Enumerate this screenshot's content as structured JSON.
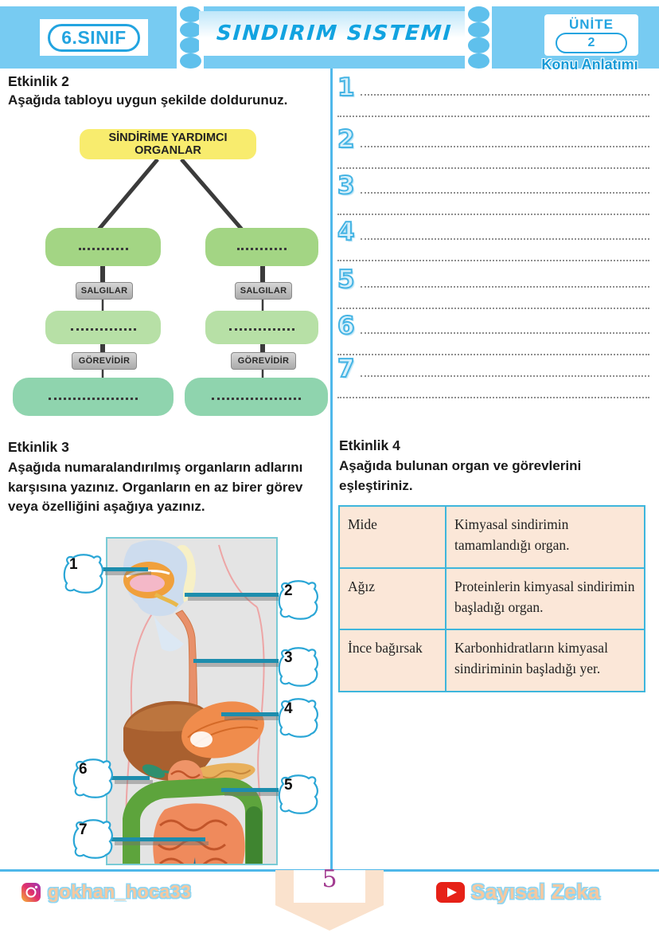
{
  "header": {
    "grade_badge": "6.SINIF",
    "title": "SINDIRIM SISTEMI",
    "unit": {
      "label": "ÜNİTE",
      "number": "2",
      "subtitle": "Konu Anlatımı"
    }
  },
  "etkinlik2": {
    "heading": "Etkinlik 2",
    "instruction": "Aşağıda tabloyu uygun şekilde doldurunuz.",
    "diagram": {
      "root_label": "SİNDİRİME YARDIMCI ORGANLAR",
      "left_branch": {
        "salgilar": "SALGILAR",
        "gorevidir": "GÖREVİDİR"
      },
      "right_branch": {
        "salgilar": "SALGILAR",
        "gorevidir": "GÖREVİDİR"
      }
    }
  },
  "answer_section": {
    "items": [
      {
        "number": "1"
      },
      {
        "number": "2"
      },
      {
        "number": "3"
      },
      {
        "number": "4"
      },
      {
        "number": "5"
      },
      {
        "number": "6"
      },
      {
        "number": "7"
      }
    ]
  },
  "etkinlik3": {
    "heading": "Etkinlik 3",
    "instruction": "Aşağıda numaralandırılmış organların adlarını karşısına yazınız. Organların en az birer görev veya özelliğini aşağıya yazınız.",
    "figure_labels": [
      "1",
      "2",
      "3",
      "4",
      "5",
      "6",
      "7"
    ]
  },
  "etkinlik4": {
    "heading": "Etkinlik 4",
    "instruction": "Aşağıda bulunan organ ve görevlerini eşleştiriniz.",
    "table": {
      "rows": [
        {
          "organ": "Mide",
          "tanim": "Kimyasal sindirimin tamamlandığı organ."
        },
        {
          "organ": "Ağız",
          "tanim": "Proteinlerin kimyasal sindirimin başladığı organ."
        },
        {
          "organ": "İnce bağırsak",
          "tanim": "Karbonhidratların kimyasal sindiriminin başladığı yer."
        }
      ]
    }
  },
  "footer": {
    "instagram_handle": "gokhan_hoca33",
    "page_number": "5",
    "youtube_label": "Sayısal Zeka"
  },
  "colors": {
    "header_blue": "#77cbf2",
    "accent_blue": "#23a4e0",
    "root_yellow": "#f8ec6e",
    "green_light": "#a3d584",
    "green_mid": "#b7e0a6",
    "green_teal": "#8fd4ae",
    "badge_gray": "#bcbcbc",
    "table_bg": "#fbe7d8",
    "table_border": "#3eb6dc",
    "pointer_teal": "#1d8dad",
    "footer_peach": "#f6c89f",
    "page_number_purple": "#a23b90"
  }
}
